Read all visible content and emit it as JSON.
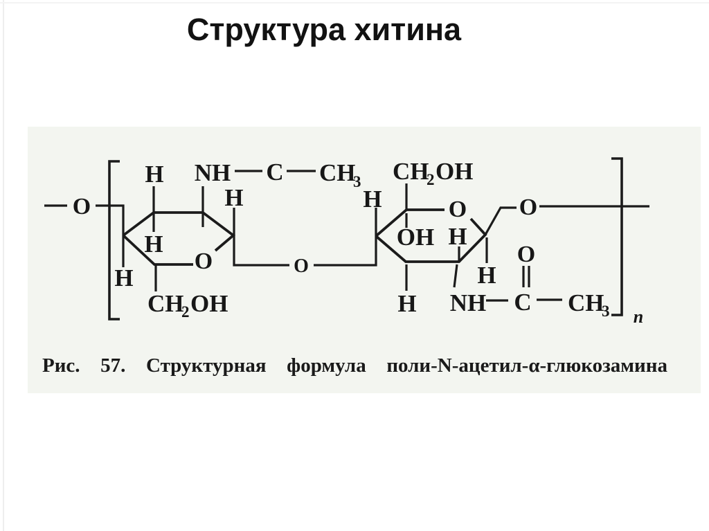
{
  "page": {
    "title": "Структура хитина"
  },
  "figure": {
    "ink_color": "#1b1b1b",
    "scan_bg": "#f3f5f0",
    "caption": {
      "words": [
        "Рис.",
        "57.",
        "Структурная",
        "формула",
        "поли-N-ацетил-α-глюкозамина"
      ]
    },
    "labels": {
      "left_terminal_o": "O",
      "r1_h_top": "H",
      "r1_nh": "NH",
      "r1_acetyl_c": "C",
      "r1_acetyl_ch": "CH",
      "r1_acetyl_sub": "3",
      "r1_h_anomeric": "H",
      "r1_h_inner": "H",
      "r1_h_left": "H",
      "r1_ring_o": "O",
      "r1_ch2oh_ch": "CH",
      "r1_ch2oh_sub": "2",
      "r1_ch2oh_oh": "OH",
      "glycosidic_o": "O",
      "r2_h_left": "H",
      "r2_ch2oh_ch": "CH",
      "r2_ch2oh_sub": "2",
      "r2_ch2oh_oh": "OH",
      "r2_ring_o": "O",
      "r2_oh_inner": "OH",
      "r2_h_inner": "H",
      "r2_h_bottom_left": "H",
      "r2_h_right": "H",
      "r2_nh": "NH",
      "r2_acetyl_c": "C",
      "r2_carbonyl_o": "O",
      "r2_acetyl_ch": "CH",
      "r2_acetyl_sub": "3",
      "right_terminal_o": "O",
      "repeat_index": "n"
    }
  }
}
